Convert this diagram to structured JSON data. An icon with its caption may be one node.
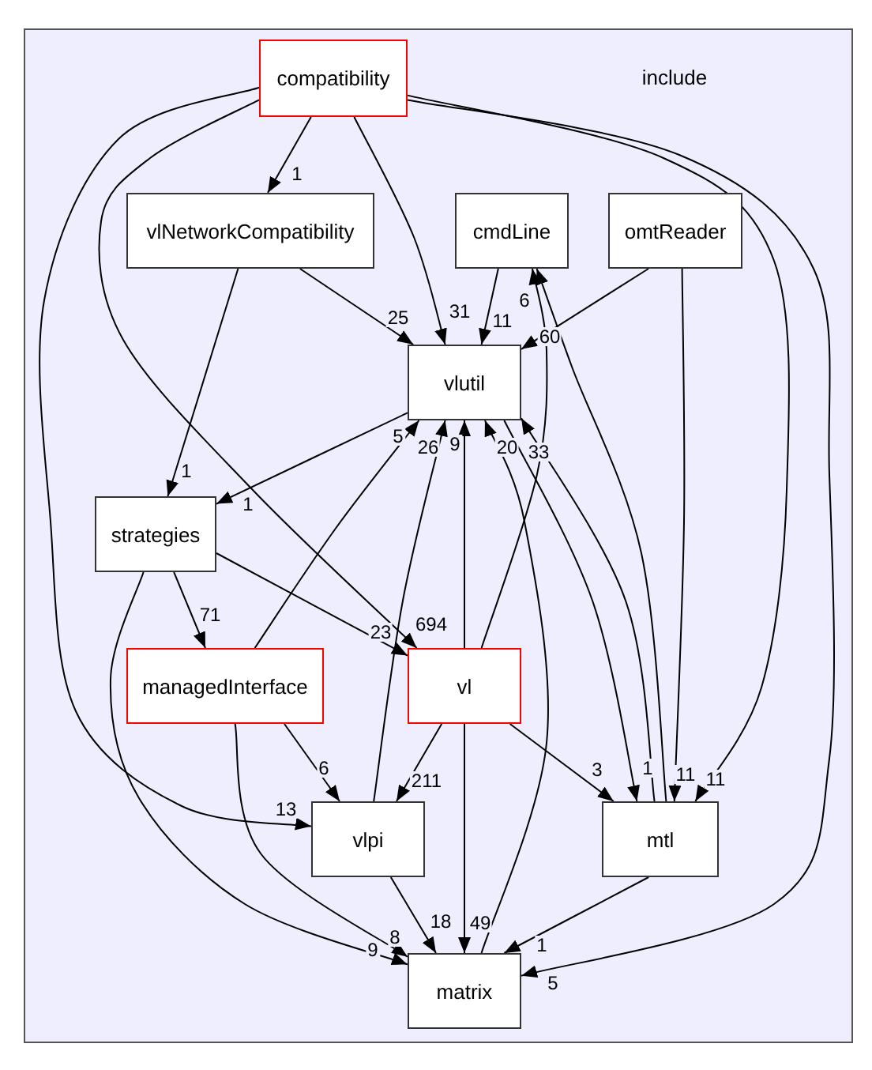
{
  "diagram": {
    "nodes": [
      {
        "text": [
          "include"
        ]
      },
      {
        "text": [
          "compatibility"
        ],
        "in": 0
      },
      {
        "text": [
          "vlNetworkCompatibility"
        ],
        "in": 0
      },
      {
        "text": [
          "cmdLine"
        ],
        "in": 0
      },
      {
        "text": [
          "omtReader"
        ],
        "in": 0
      },
      {
        "text": [
          "vlutil"
        ],
        "in": 0
      },
      {
        "text": [
          "strategies"
        ],
        "in": 0
      },
      {
        "text": [
          "managedInterface"
        ],
        "in": 0
      },
      {
        "text": [
          "vl"
        ],
        "in": 0
      },
      {
        "text": [
          "vlpi"
        ],
        "in": 0
      },
      {
        "text": [
          "mtl"
        ],
        "in": 0
      },
      {
        "text": [
          "matrix"
        ],
        "in": 0
      }
    ],
    "edges": [
      {
        "from": 1,
        "to": 2,
        "arrow": "to",
        "label": "1"
      },
      {
        "from": 1,
        "to": 5,
        "arrow": "to",
        "label": "31"
      },
      {
        "from": 1,
        "to": 8,
        "arrow": "to",
        "label": "694"
      },
      {
        "from": 1,
        "to": 9,
        "arrow": "to",
        "label": "13"
      },
      {
        "from": 1,
        "to": 10,
        "arrow": "to",
        "label": "11"
      },
      {
        "from": 1,
        "to": 11,
        "arrow": "to",
        "label": "5"
      },
      {
        "from": 2,
        "to": 5,
        "arrow": "to",
        "label": "25"
      },
      {
        "from": 2,
        "to": 6,
        "arrow": "to",
        "label": "1"
      },
      {
        "from": 3,
        "to": 5,
        "arrow": "to",
        "label": "11"
      },
      {
        "from": 4,
        "to": 5,
        "arrow": "to",
        "label": "60"
      },
      {
        "from": 4,
        "to": 10,
        "arrow": "to",
        "label": "11"
      },
      {
        "from": 5,
        "to": 6,
        "arrow": "to",
        "label": "1"
      },
      {
        "from": 6,
        "to": 7,
        "arrow": "to",
        "label": "71"
      },
      {
        "from": 6,
        "to": 8,
        "arrow": "to",
        "label": "23"
      },
      {
        "from": 6,
        "to": 11,
        "arrow": "to",
        "label": "9"
      },
      {
        "from": 7,
        "to": 5,
        "arrow": "to",
        "label": "5"
      },
      {
        "from": 7,
        "to": 9,
        "arrow": "to",
        "label": "6"
      },
      {
        "from": 7,
        "to": 11,
        "arrow": "to",
        "label": "8"
      },
      {
        "from": 8,
        "to": 5,
        "arrow": "to",
        "label": "9"
      },
      {
        "from": 8,
        "to": 3,
        "arrow": "to"
      },
      {
        "from": 8,
        "to": 9,
        "arrow": "to",
        "label": "211"
      },
      {
        "from": 8,
        "to": 10,
        "arrow": "to",
        "label": "3"
      },
      {
        "from": 8,
        "to": 11,
        "arrow": "to",
        "label": "49"
      },
      {
        "from": 9,
        "to": 5,
        "arrow": "to",
        "label": "26"
      },
      {
        "from": 9,
        "to": 11,
        "arrow": "to",
        "label": "18"
      },
      {
        "from": 10,
        "to": 5,
        "arrow": "to",
        "label": "33"
      },
      {
        "from": 10,
        "to": 3,
        "arrow": "to",
        "label": "6"
      },
      {
        "from": 10,
        "to": 11,
        "arrow": "to",
        "label": "1"
      },
      {
        "from": 11,
        "to": 5,
        "arrow": "to",
        "label": "20"
      },
      {
        "from": 5,
        "to": 10,
        "arrow": "to",
        "label": "1"
      }
    ]
  }
}
